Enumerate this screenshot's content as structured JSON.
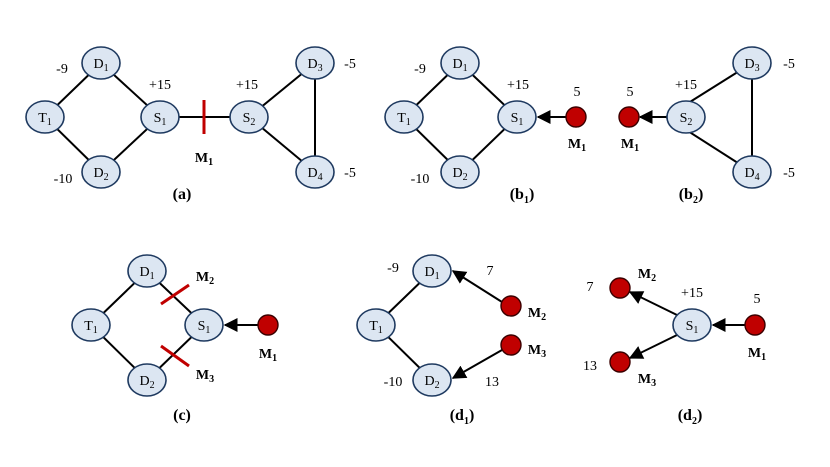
{
  "panels": {
    "a": {
      "caption": "(a)",
      "caption_main": "(a",
      "caption_sub": "",
      "caption_end": ")",
      "nodes": {
        "D1": {
          "base": "D",
          "sub": "1"
        },
        "T1": {
          "base": "T",
          "sub": "1"
        },
        "D2": {
          "base": "D",
          "sub": "2"
        },
        "S1": {
          "base": "S",
          "sub": "1"
        },
        "S2": {
          "base": "S",
          "sub": "2"
        },
        "D3": {
          "base": "D",
          "sub": "3"
        },
        "D4": {
          "base": "D",
          "sub": "4"
        }
      },
      "values": {
        "D1": "-9",
        "D2": "-10",
        "S1": "+15",
        "S2": "+15",
        "D3": "-5",
        "D4": "-5"
      },
      "cut_label": {
        "base": "M",
        "sub": "1"
      }
    },
    "b1": {
      "caption_main": "(b",
      "caption_sub": "1",
      "caption_end": ")",
      "nodes": {
        "D1": {
          "base": "D",
          "sub": "1"
        },
        "T1": {
          "base": "T",
          "sub": "1"
        },
        "D2": {
          "base": "D",
          "sub": "2"
        },
        "S1": {
          "base": "S",
          "sub": "1"
        }
      },
      "values": {
        "D1": "-9",
        "D2": "-10",
        "S1": "+15",
        "M1": "5"
      },
      "m_label": {
        "base": "M",
        "sub": "1"
      }
    },
    "b2": {
      "caption_main": "(b",
      "caption_sub": "2",
      "caption_end": ")",
      "nodes": {
        "S2": {
          "base": "S",
          "sub": "2"
        },
        "D3": {
          "base": "D",
          "sub": "3"
        },
        "D4": {
          "base": "D",
          "sub": "4"
        }
      },
      "values": {
        "S2": "+15",
        "D3": "-5",
        "D4": "-5",
        "M1": "5"
      },
      "m_label": {
        "base": "M",
        "sub": "1"
      }
    },
    "c": {
      "caption_main": "(c",
      "caption_sub": "",
      "caption_end": ")",
      "nodes": {
        "D1": {
          "base": "D",
          "sub": "1"
        },
        "T1": {
          "base": "T",
          "sub": "1"
        },
        "D2": {
          "base": "D",
          "sub": "2"
        },
        "S1": {
          "base": "S",
          "sub": "1"
        }
      },
      "m2_label": {
        "base": "M",
        "sub": "2"
      },
      "m3_label": {
        "base": "M",
        "sub": "3"
      },
      "m1_label": {
        "base": "M",
        "sub": "1"
      }
    },
    "d1": {
      "caption_main": "(d",
      "caption_sub": "1",
      "caption_end": ")",
      "nodes": {
        "D1": {
          "base": "D",
          "sub": "1"
        },
        "T1": {
          "base": "T",
          "sub": "1"
        },
        "D2": {
          "base": "D",
          "sub": "2"
        }
      },
      "values": {
        "D1": "-9",
        "D2": "-10",
        "M2": "7",
        "M3": "13"
      },
      "m2_label": {
        "base": "M",
        "sub": "2"
      },
      "m3_label": {
        "base": "M",
        "sub": "3"
      }
    },
    "d2": {
      "caption_main": "(d",
      "caption_sub": "2",
      "caption_end": ")",
      "nodes": {
        "S1": {
          "base": "S",
          "sub": "1"
        }
      },
      "values": {
        "S1": "+15",
        "M1": "5",
        "M2": "7",
        "M3": "13"
      },
      "m1_label": {
        "base": "M",
        "sub": "1"
      },
      "m2_label": {
        "base": "M",
        "sub": "2"
      },
      "m3_label": {
        "base": "M",
        "sub": "3"
      }
    }
  },
  "colors": {
    "node_fill": "#dce6f2",
    "node_stroke": "#1f3a60",
    "m_node": "#c00000",
    "cut": "#c00000"
  }
}
